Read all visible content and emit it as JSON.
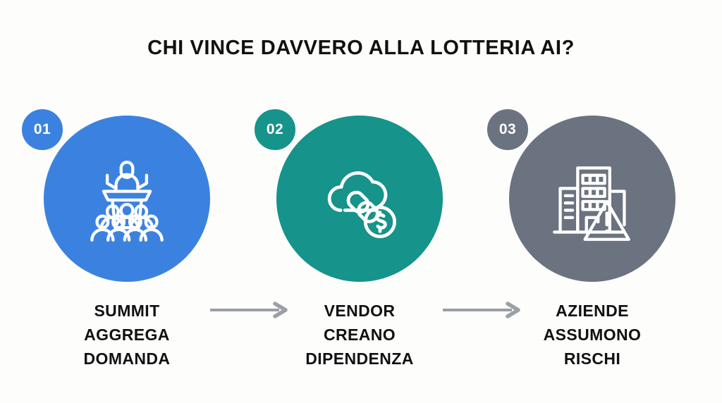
{
  "title": "CHI VINCE DAVVERO ALLA LOTTERIA AI?",
  "colors": {
    "background": "#fdfdfc",
    "text": "#111111",
    "step1": "#3b82e0",
    "step2": "#16938a",
    "step3": "#6b7280",
    "connector": "#9aa0a6",
    "icon_stroke": "#ffffff"
  },
  "steps": [
    {
      "number": "01",
      "caption": "SUMMIT\nAGGREGA\nDOMANDA",
      "icon": "conference-speaker-audience-icon",
      "color": "#3b82e0"
    },
    {
      "number": "02",
      "caption": "VENDOR\nCREANO\nDIPENDENZA",
      "icon": "cloud-chain-dollar-icon",
      "color": "#16938a"
    },
    {
      "number": "03",
      "caption": "AZIENDE\nASSUMONO\nRISCHI",
      "icon": "office-buildings-warning-icon",
      "color": "#6b7280"
    }
  ],
  "connectors": [
    {
      "name": "arrow-step1-to-step2"
    },
    {
      "name": "arrow-step2-to-step3"
    }
  ]
}
